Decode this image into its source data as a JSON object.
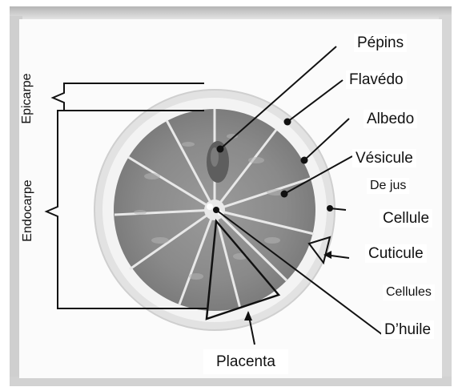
{
  "labels": {
    "epicarpe": "Epicarpe",
    "endocarpe": "Endocarpe",
    "pepins": "Pépins",
    "flavedo": "Flavédo",
    "albedo": "Albedo",
    "vesicule": "Vésicule",
    "de_jus": "De jus",
    "cellule": "Cellule",
    "cuticule": "Cuticule",
    "cellules": "Cellules",
    "dhuile": "D’huile",
    "placenta": "Placenta"
  },
  "colors": {
    "frame_shadow": "#bdbdbd",
    "peel_outer": "#e6e6e6",
    "albedo": "#f4f4f4",
    "segment": "#8f8f8f",
    "segment_dark": "#6f6f6f",
    "line": "#111111"
  }
}
